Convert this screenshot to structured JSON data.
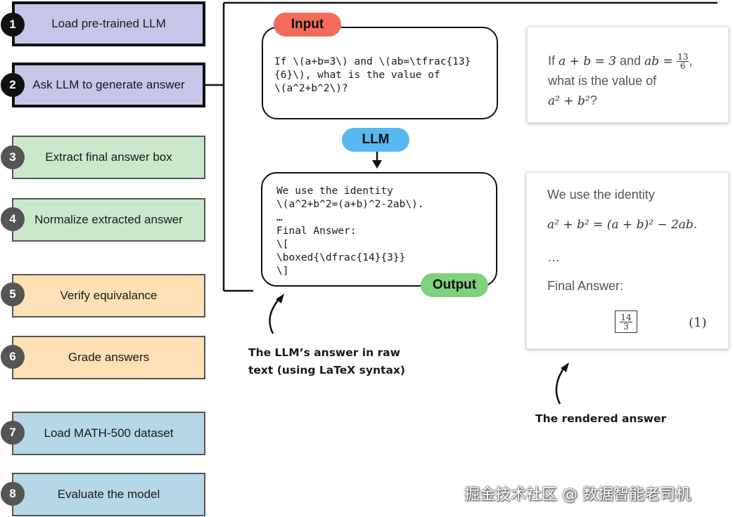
{
  "steps": [
    {
      "num": "1",
      "label": "Load pre-trained LLM"
    },
    {
      "num": "2",
      "label": "Ask LLM to generate answer"
    },
    {
      "num": "3",
      "label": "Extract final answer box"
    },
    {
      "num": "4",
      "label": "Normalize extracted answer"
    },
    {
      "num": "5",
      "label": "Verify equivalance"
    },
    {
      "num": "6",
      "label": "Grade answers"
    },
    {
      "num": "7",
      "label": "Load MATH-500 dataset"
    },
    {
      "num": "8",
      "label": "Evaluate the model"
    }
  ],
  "input": {
    "tag": "Input",
    "text": "If \\(a+b=3\\) and \\(ab=\\tfrac{13}\n{6}\\), what is the value of\n\\(a^2+b^2\\)?"
  },
  "llm_label": "LLM",
  "output": {
    "tag": "Output",
    "text": "We use the identity\n\\(a^2+b^2=(a+b)^2-2ab\\).\n…\nFinal Answer:\n\\[\n\\boxed{\\dfrac{14}{3}}\n\\]"
  },
  "rendered_question": {
    "line1_prefix": "If ",
    "line1_math1": "a + b = 3",
    "line1_mid": " and ",
    "line1_math2": "ab = ",
    "frac_num": "13",
    "frac_den": "6",
    "line1_suffix": ",",
    "line2": "what is the value of",
    "line3_math": "a² + b²",
    "line3_suffix": "?"
  },
  "rendered_answer": {
    "line1": "We use the identity",
    "equation": "a² + b² = (a + b)² − 2ab.",
    "ellipsis": "…",
    "final_label": "Final Answer:",
    "boxed_num": "14",
    "boxed_den": "3",
    "eq_number": "(1)"
  },
  "captions": {
    "raw": "The LLM’s answer in raw\ntext (using LaTeX syntax)",
    "rendered": "The rendered answer"
  },
  "watermark": "掘金技术社区 @ 数据智能老司机",
  "colors": {
    "purple": "#c5c6e8",
    "green": "#cbe8cb",
    "orange": "#fde0b4",
    "blue": "#b6d7e6",
    "input_pill": "#f26b5b",
    "llm_pill": "#5ab8f0",
    "output_pill": "#7ed27e"
  }
}
